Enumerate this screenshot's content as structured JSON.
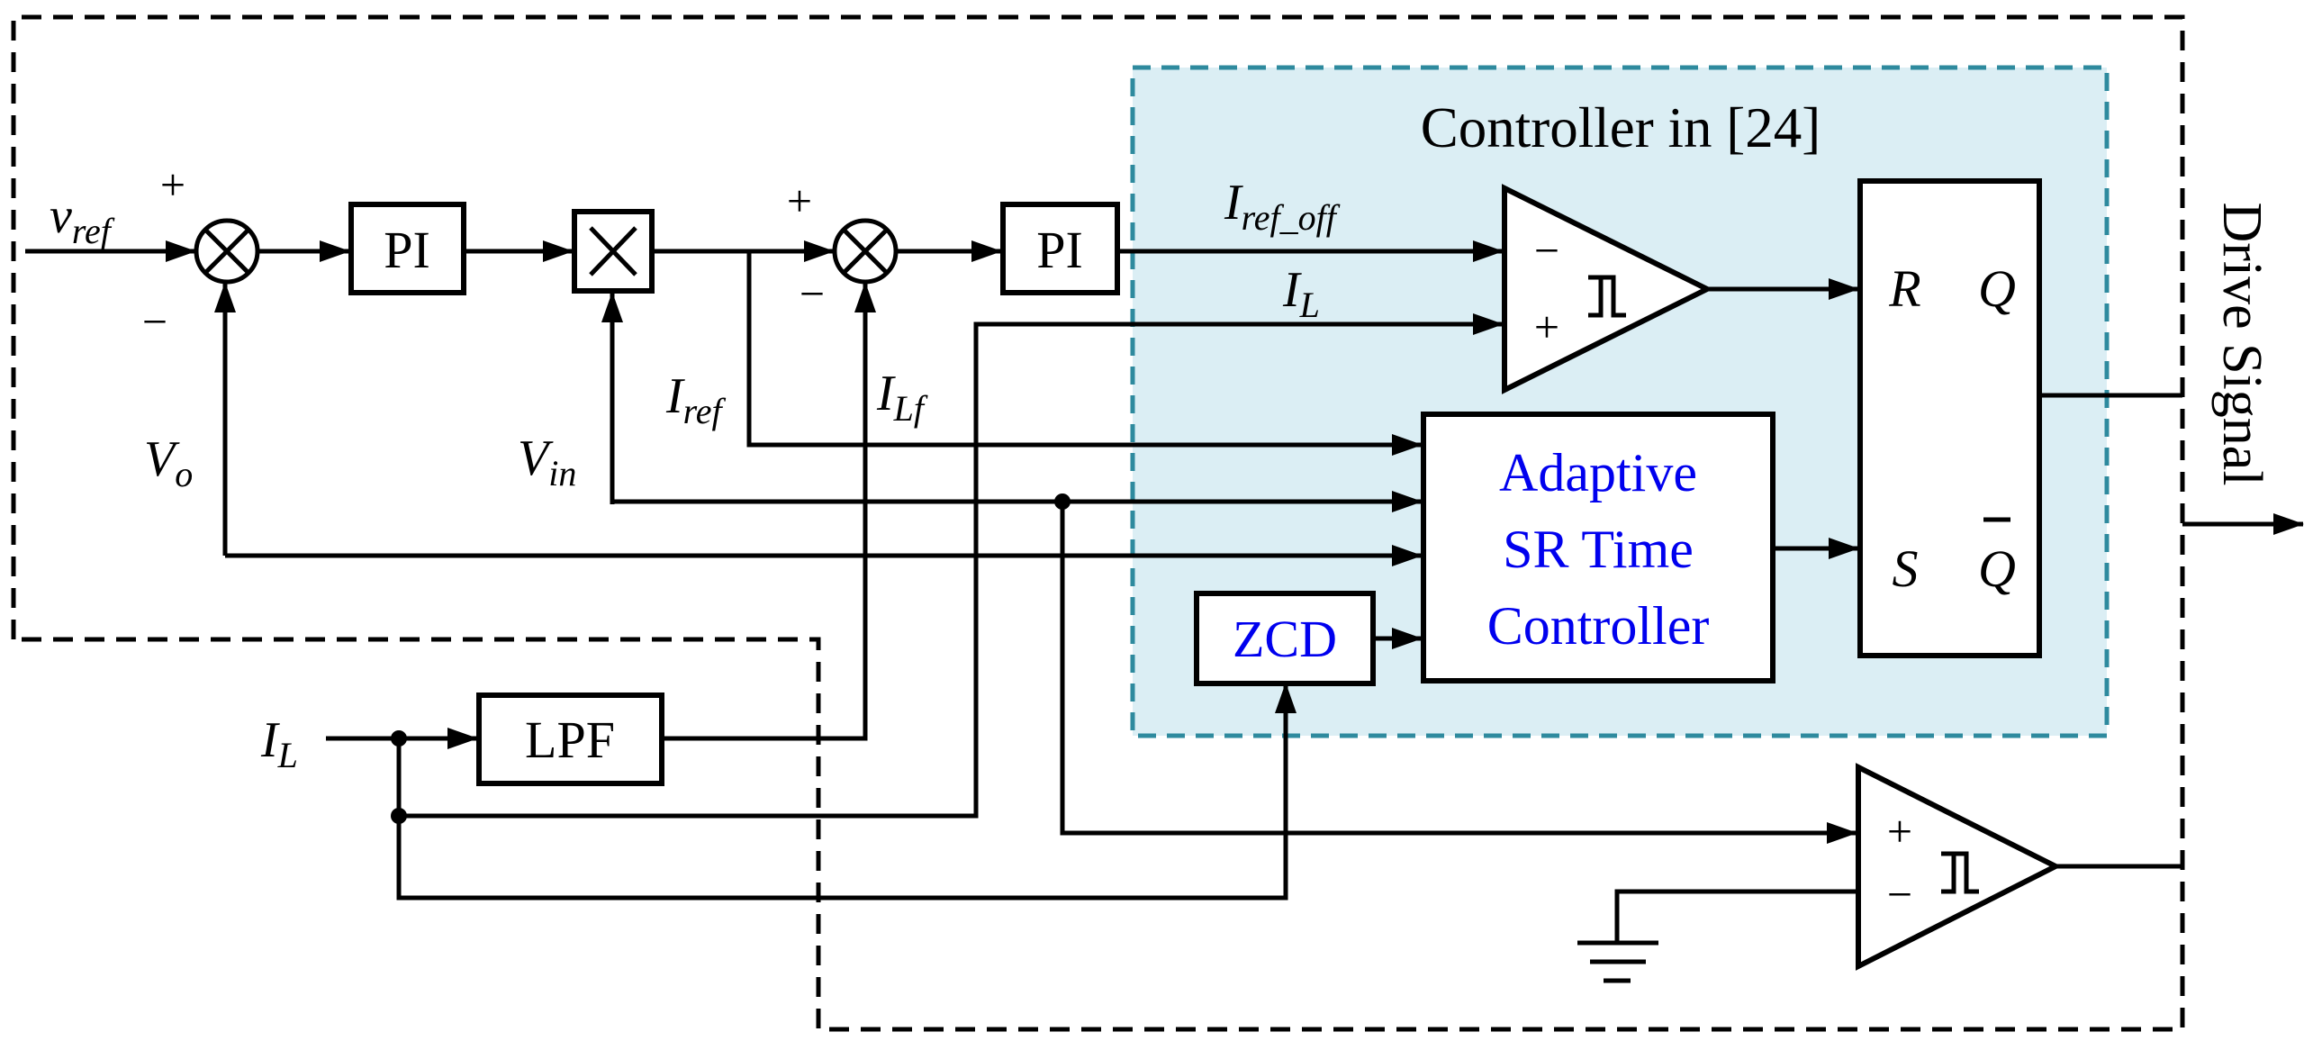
{
  "controller_region": {
    "title": "Controller in [24]"
  },
  "blocks": {
    "pi_voltage": "PI",
    "pi_current": "PI",
    "lpf": "LPF",
    "zcd": "ZCD",
    "sr_controller": {
      "line1": "Adaptive",
      "line2": "SR Time",
      "line3": "Controller"
    },
    "sr_latch": {
      "r": "R",
      "s": "S",
      "q": "Q",
      "q_bar": "Q"
    }
  },
  "signals": {
    "v_ref": {
      "base": "v",
      "sub": "ref"
    },
    "v_o": {
      "base": "V",
      "sub": "o"
    },
    "v_in": {
      "base": "V",
      "sub": "in"
    },
    "i_ref": {
      "base": "I",
      "sub": "ref"
    },
    "i_lf": {
      "base": "I",
      "sub": "Lf"
    },
    "i_ref_off": {
      "base": "I",
      "sub": "ref_off"
    },
    "i_l_comp": {
      "base": "I",
      "sub": "L"
    },
    "i_l_input": {
      "base": "I",
      "sub": "L"
    }
  },
  "signs": {
    "plus": "+",
    "minus": "−"
  },
  "output_label": "Drive Signal",
  "colors": {
    "controller_fill": "#dbeef4",
    "controller_border": "#2e8a9e",
    "accent_text": "#0000ee"
  }
}
